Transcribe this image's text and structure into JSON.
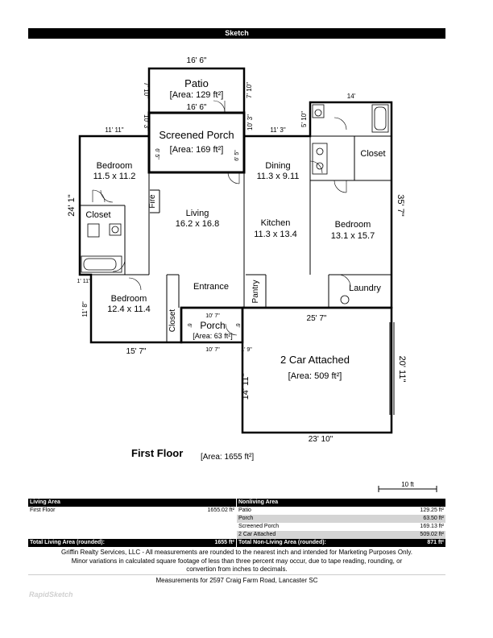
{
  "header": {
    "title": "Sketch"
  },
  "plan": {
    "rooms": {
      "patio": {
        "name": "Patio",
        "area": "[Area: 129 ft²]"
      },
      "screened_porch": {
        "name": "Screened Porch",
        "area": "[Area: 169 ft²]"
      },
      "bedroom1": {
        "name": "Bedroom",
        "size": "11.5 x 11.2"
      },
      "closet1": "Closet",
      "fire": "Fire",
      "living": {
        "name": "Living",
        "size": "16.2 x 16.8"
      },
      "dining": {
        "name": "Dining",
        "size": "11.3 x 9.11"
      },
      "closet2": "Closet",
      "kitchen": {
        "name": "Kitchen",
        "size": "11.3 x 13.4"
      },
      "bedroom2": {
        "name": "Bedroom",
        "size": "13.1 x 15.7"
      },
      "entrance": "Entrance",
      "pantry": "Pantry",
      "laundry": "Laundry",
      "bedroom3": {
        "name": "Bedroom",
        "size": "12.4 x 11.4"
      },
      "closet3": "Closet",
      "porch": {
        "name": "Porch",
        "area": "[Area: 63 ft²]"
      },
      "garage": {
        "name": "2 Car Attached",
        "area": "[Area: 509 ft²]"
      }
    },
    "dims": {
      "patio_top": "16' 6\"",
      "patio_bottom": "16' 6\"",
      "patio_left": "7' 10\"",
      "patio_right": "7' 10\"",
      "sp_left": "10' 3\"",
      "sp_right": "10' 3\"",
      "sp_inner_left": "6' 5\"",
      "sp_inner_right": "6' 5\"",
      "top_left": "11' 11\"",
      "top_mid": "11' 3\"",
      "bath_side": "5' 10\"",
      "top_right": "14'",
      "right_side": "35' 7\"",
      "left_side": "24' 1\"",
      "left_small": "1' 11\"",
      "left_lower": "11' 8\"",
      "bottom_left": "15' 7\"",
      "porch_top": "10' 7\"",
      "porch_bottom": "10' 7\"",
      "porch_left": "6'",
      "porch_right": "6'",
      "garage_top": "25' 7\"",
      "garage_small": "1' 9\"",
      "garage_left": "14' 11\"",
      "garage_right": "20' 11\"",
      "garage_bottom": "23' 10\""
    },
    "floor_label": "First Floor",
    "floor_area": "[Area: 1655 ft²]",
    "scale": "10 ft"
  },
  "table": {
    "living_header": "Living Area",
    "living_rows": [
      {
        "label": "First Floor",
        "value": "1655.02 ft²"
      }
    ],
    "nonliving_header": "Nonliving Area",
    "nonliving_rows": [
      {
        "label": "Patio",
        "value": "129.25 ft²"
      },
      {
        "label": "Porch",
        "value": "63.50 ft²"
      },
      {
        "label": "Screened Porch",
        "value": "169.13 ft²"
      },
      {
        "label": "2 Car Attached",
        "value": "509.02 ft²"
      }
    ],
    "total_living_label": "Total Living Area (rounded):",
    "total_living_value": "1655 ft²",
    "total_nonliving_label": "Total Non-Living Area (rounded):",
    "total_nonliving_value": "871 ft²"
  },
  "footer": {
    "line1": "Griffin Realty Services, LLC - All measurements are rounded to the nearest inch and intended for Marketing Purposes Only.",
    "line2": "Minor variations in calculated square footage of less than three percent may occur, due to tape reading, rounding, or",
    "line3": "convertion from inches to decimals.",
    "address": "Measurements for 2597 Craig Farm Road, Lancaster SC",
    "logo": "RapidSketch"
  }
}
